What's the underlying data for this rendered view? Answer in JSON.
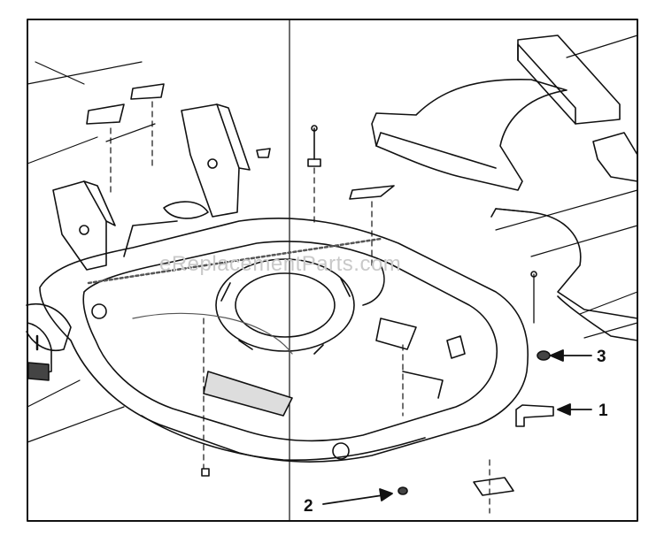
{
  "diagram": {
    "watermark": "eReplacementParts.com",
    "callouts": [
      {
        "id": "1",
        "label": "1"
      },
      {
        "id": "2",
        "label": "2"
      },
      {
        "id": "3",
        "label": "3"
      }
    ]
  },
  "colors": {
    "line": "#111111",
    "shade": "#555555",
    "background": "#ffffff"
  }
}
